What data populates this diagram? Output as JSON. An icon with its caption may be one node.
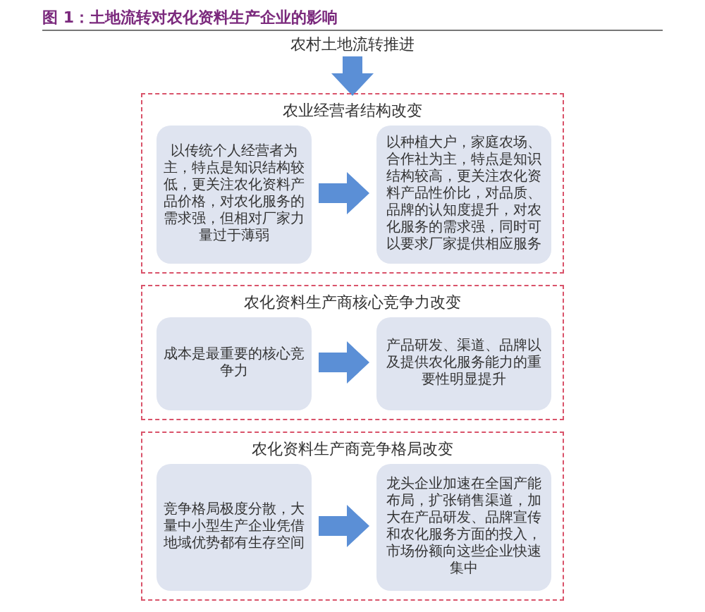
{
  "diagram": {
    "title": "图 1：土地流转对农化资料生产企业的影响",
    "nodes": [
      {
        "text": [
          "农村土地流转推进"
        ]
      },
      {
        "text": [
          "农业经营者结构改变"
        ]
      },
      {
        "text": [
          "以传统个人经营者为主，特点是知识结构较低，更关注农化资料产品价格，对农化服务的需求强，但相对厂家力量过于薄弱"
        ],
        "in": 1
      },
      {
        "text": [
          "以种植大户，家庭农场、合作社为主，特点是知识结构较高，更关注农化资料产品性价比，对品质、品牌的认知度提升，对农化服务的需求强，同时可以要求厂家提供相应服务"
        ],
        "in": 1
      },
      {
        "text": [
          "农化资料生产商核心竞争力改变"
        ]
      },
      {
        "text": [
          "成本是最重要的核心竞争力"
        ],
        "in": 4
      },
      {
        "text": [
          "产品研发、渠道、品牌以及提供农化服务能力的重要性明显提升"
        ],
        "in": 4
      },
      {
        "text": [
          "农化资料生产商竞争格局改变"
        ]
      },
      {
        "text": [
          "竞争格局极度分散，大量中小型生产企业凭借地域优势都有生存空间"
        ],
        "in": 7
      },
      {
        "text": [
          "龙头企业加速在全国产能布局，扩张销售渠道，加大在产品研发、品牌宣传和农化服务方面的投入，市场份额向这些企业快速集中"
        ],
        "in": 7
      }
    ],
    "edges": [
      {
        "from": 0,
        "to": 1,
        "arrow": "to"
      },
      {
        "from": 2,
        "to": 3,
        "arrow": "to"
      },
      {
        "from": 5,
        "to": 6,
        "arrow": "to"
      },
      {
        "from": 8,
        "to": 9,
        "arrow": "to"
      }
    ]
  }
}
